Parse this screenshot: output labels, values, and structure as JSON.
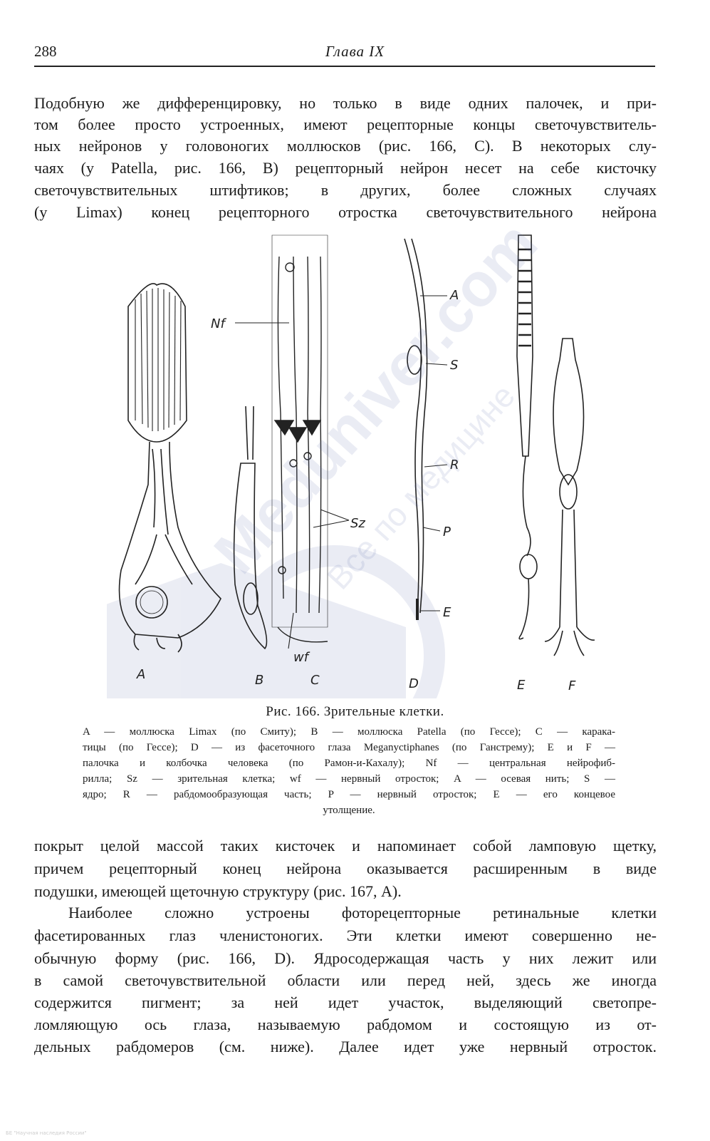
{
  "header": {
    "page_number": "288",
    "running_title": "Глава IX"
  },
  "paragraph_top": [
    "Подобную же дифференцировку, но только в виде одних палочек, и при-",
    "том более просто устроенных, имеют рецепторные концы светочувствитель-",
    "ных нейронов у головоногих моллюсков (рис. 166, C). В некоторых слу-",
    "чаях (у Patella, рис. 166, B) рецепторный нейрон несет на себе кисточку",
    "светочувствительных штифтиков; в других, более сложных случаях",
    "(у Limax) конец рецепторного отростка светочувствительного нейрона"
  ],
  "figure": {
    "panel_labels": [
      "A",
      "B",
      "C",
      "D",
      "E",
      "F"
    ],
    "annotations": {
      "nf": "Nf",
      "sz": "Sz",
      "wf": "wf",
      "a": "A",
      "s": "S",
      "r": "R",
      "p": "P",
      "e": "E"
    },
    "caption_title": "Рис. 166. Зрительные клетки.",
    "caption_lines": [
      "A — моллюска Limax (по Смиту); B — моллюска Patella (по Гессе); C — карака-",
      "тицы (по Гессе); D — из фасеточного глаза Meganyctiphanes (по Ганстрему); E и F —",
      "палочка и колбочка человека (по Рамон-и-Кахалу); Nf — центральная нейрофиб-",
      "рилла; Sz — зрительная клетка; wf — нервный отросток; A — осевая нить; S —",
      "ядро; R — рабдомообразующая часть; P — нервный отросток; E — его концевое",
      "утолщение."
    ]
  },
  "paragraph_bottom_1": [
    "покрыт целой массой таких кисточек и напоминает собой ламповую щетку,",
    "причем рецепторный конец нейрона оказывается расширенным в виде",
    "подушки, имеющей щеточную структуру (рис. 167, A)."
  ],
  "paragraph_bottom_2": [
    "Наиболее сложно устроены фоторецепторные ретинальные клетки",
    "фасетированных глаз членистоногих. Эти клетки имеют совершенно не-",
    "обычную форму (рис. 166, D). Ядросодержащая часть у них лежит или",
    "в самой светочувствительной области или перед ней, здесь же иногда",
    "содержится пигмент; за ней идет участок, выделяющий светопре-",
    "ломляющую ось глаза, называемую рабдомом и состоящую из от-",
    "дельных рабдомеров (см. ниже). Далее идет уже нервный отросток."
  ],
  "watermark": {
    "site": "Meduniver.com",
    "tagline": "Все по медицине",
    "footer": "БЕ \"Научная наследия России\""
  }
}
